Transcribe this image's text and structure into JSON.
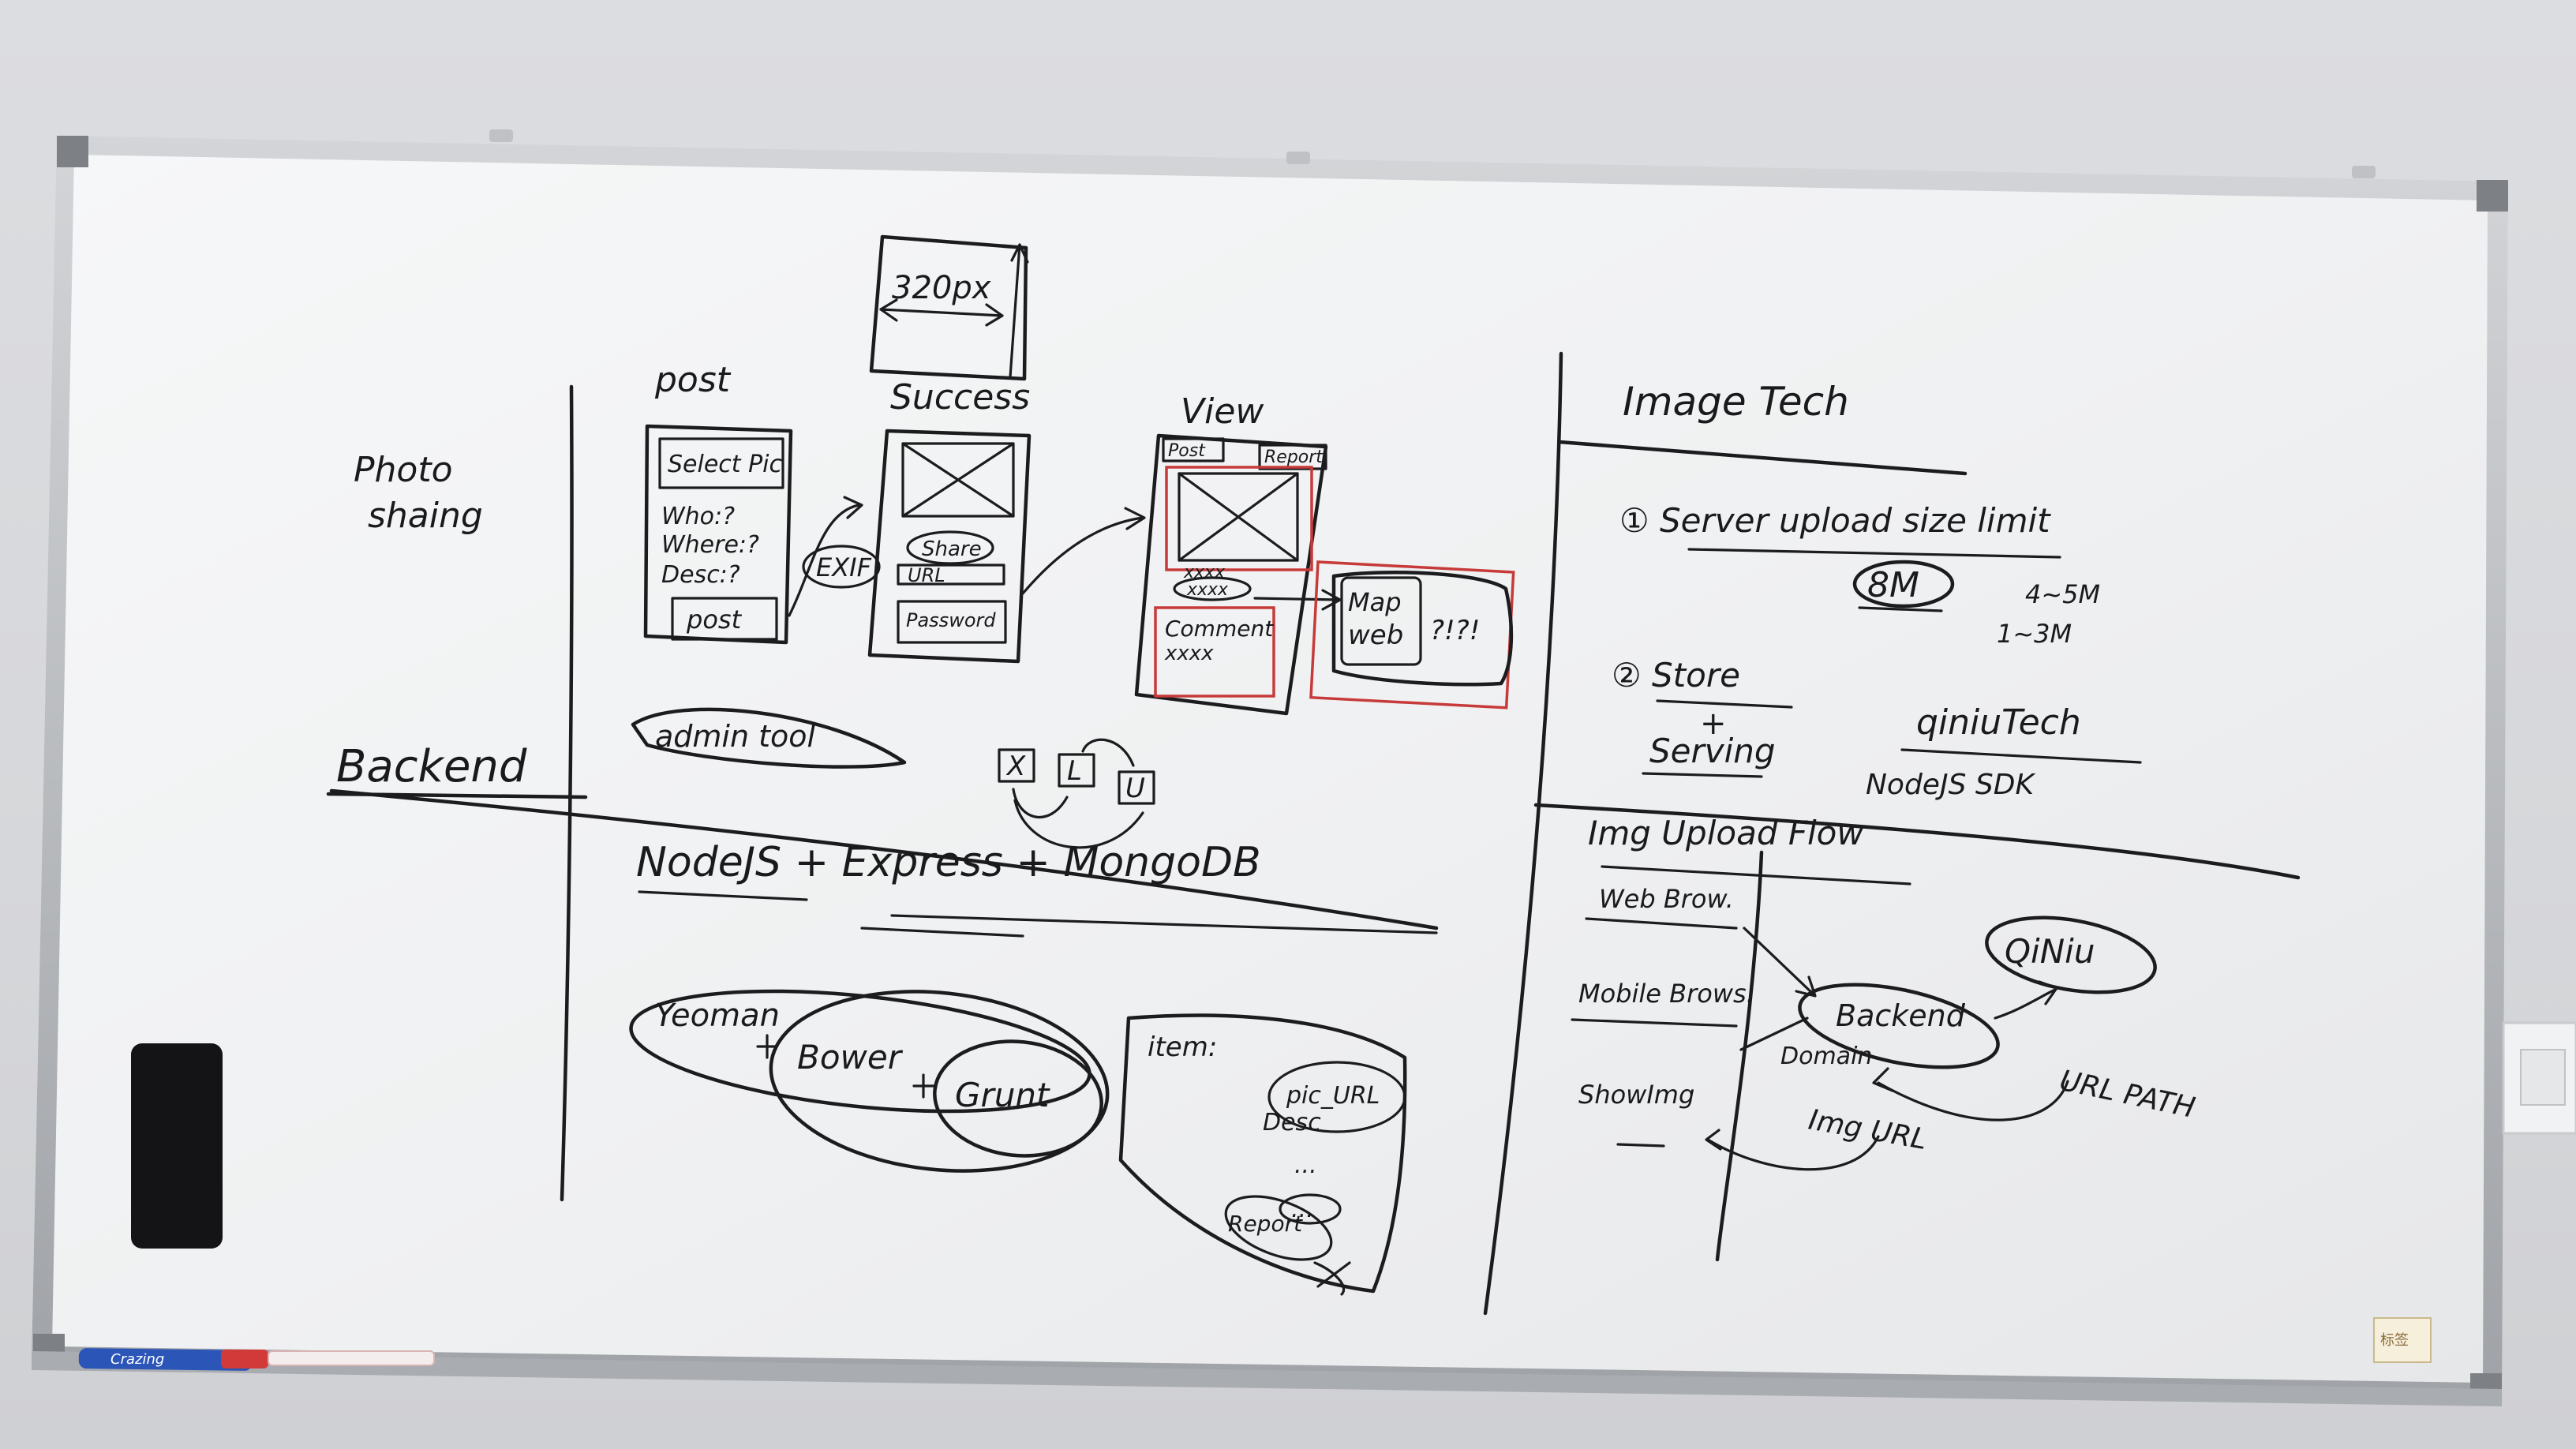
{
  "colors": {
    "wall": "#dcdde0",
    "board": "#f4f5f6",
    "frame": "#b9bbbf",
    "ink": "#1c1c1e",
    "red_ink": "#c73a3a",
    "eraser": "#111113"
  },
  "board": {
    "left_section": {
      "photo_label_1": "Photo",
      "photo_label_2": "shaing",
      "post_label": "post",
      "post_form": {
        "select": "Select Pic",
        "who": "Who:?",
        "where": "Where:?",
        "desc": "Desc:?",
        "button": "post"
      },
      "exif": "EXIF",
      "success_label": "Success",
      "dimension": "320px",
      "success_panel": {
        "share": "Share",
        "url": "URL",
        "password": "Password"
      },
      "view_label": "View",
      "view_panel": {
        "post": "Post",
        "report": "Report",
        "xxx": "xxxx",
        "xxx2": "xxxx",
        "comment": "Comment",
        "comment_xxx": "xxxx"
      },
      "side_panel": {
        "map": "Map",
        "web": "web",
        "q": "?!?!"
      },
      "admin_tool": "admin tool",
      "letters": [
        "X",
        "L",
        "U"
      ],
      "backend_label": "Backend",
      "stack_title": "NodeJS + Express + MongoDB",
      "yeoman": "Yeoman",
      "bower": "Bower",
      "grunt": "Grunt",
      "item_box": {
        "item": "item:",
        "pic_url": "pic_URL",
        "desc": "Desc",
        "dots": "...",
        "dots2": "...",
        "report": "Report"
      }
    },
    "right_section": {
      "title": "Image Tech",
      "item1": "① Server upload size limit",
      "size": "8M",
      "range1": "4~5M",
      "range2": "1~3M",
      "item2": "② Store",
      "plus": "+",
      "serving": "Serving",
      "qiniu_tech": "qiniuTech",
      "sdk": "NodeJS SDK",
      "flow_title": "Img Upload Flow",
      "web_browser": "Web Brow.",
      "mobile_browser": "Mobile Brows.",
      "show_img": "ShowImg",
      "backend": "Backend",
      "qiniu": "QiNiu",
      "domain": "Domain",
      "url_path": "URL PATH",
      "img_url": "Img URL"
    },
    "tray": {
      "marker_label": "Crazing"
    },
    "sticker": "标签"
  }
}
